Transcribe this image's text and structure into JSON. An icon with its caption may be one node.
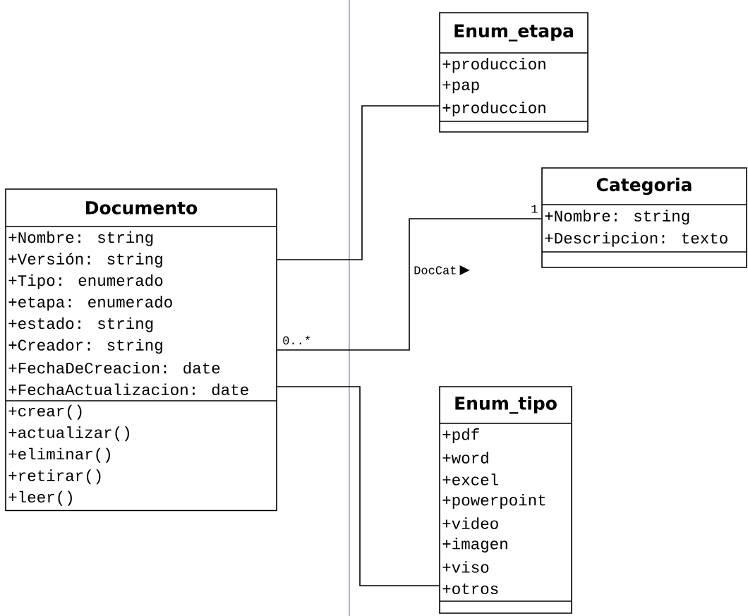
{
  "diagram": {
    "nodes": [
      {
        "text": [
          "Documento",
          "+Nombre: string",
          "+Versión: string",
          "+Tipo: enumerado",
          "+etapa: enumerado",
          "+estado: string",
          "+Creador: string",
          "+FechaDeCreacion: date",
          "+FechaActualizacion: date",
          "+crear()",
          "+actualizar()",
          "+eliminar()",
          "+retirar()",
          "+leer()"
        ]
      },
      {
        "text": [
          "Enum_etapa",
          "+produccion",
          "+pap",
          "+produccion"
        ]
      },
      {
        "text": [
          "Categoria",
          "+Nombre: string",
          "+Descripcion: texto"
        ]
      },
      {
        "text": [
          "Enum_tipo",
          "+pdf",
          "+word",
          "+excel",
          "+powerpoint",
          "+video",
          "+imagen",
          "+viso",
          "+otros"
        ]
      }
    ],
    "edges": [
      {
        "from": 0,
        "to": 1,
        "arrow": "none"
      },
      {
        "from": 0,
        "to": 2,
        "arrow": "none",
        "label": "DocCat"
      },
      {
        "from": 0,
        "to": 3,
        "arrow": "none"
      }
    ],
    "labels": [
      "0..*",
      "1"
    ]
  }
}
